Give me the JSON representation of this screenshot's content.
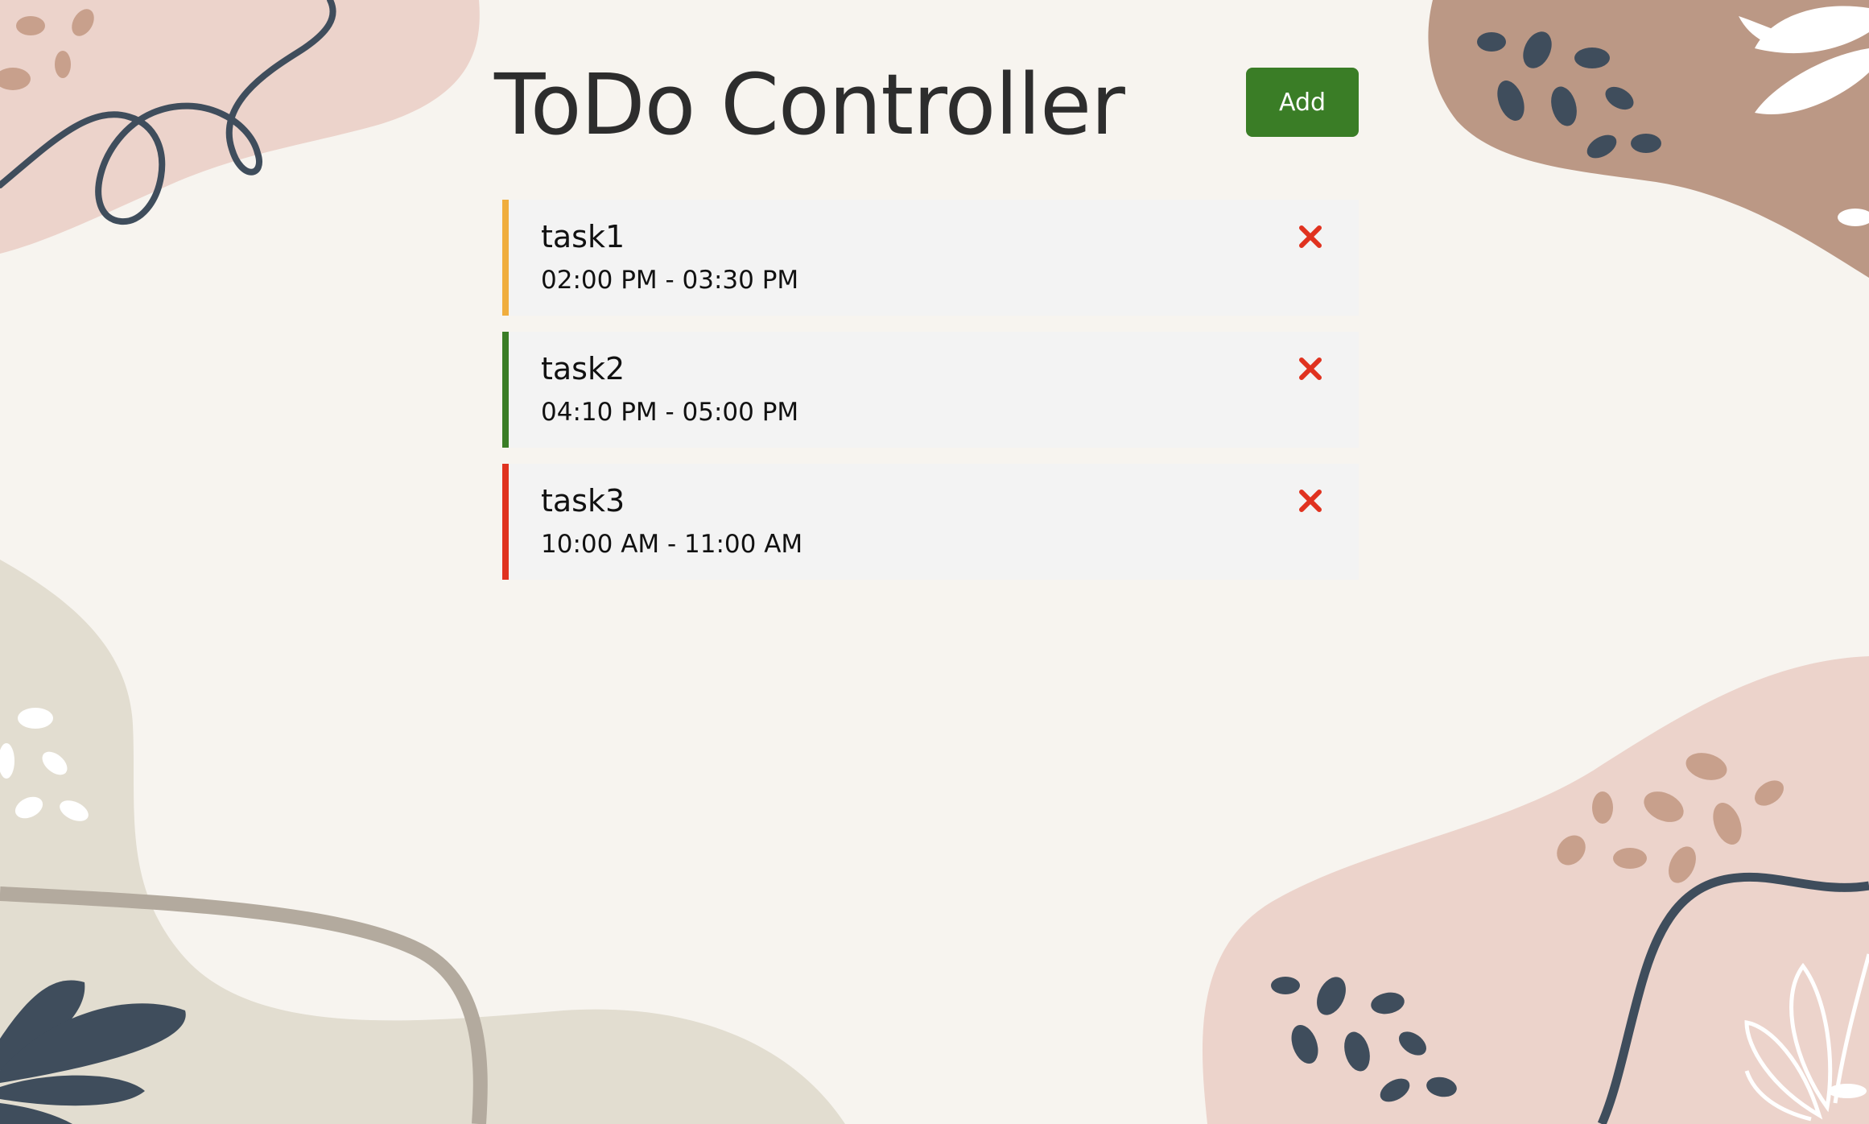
{
  "title": "ToDo Controller",
  "add_label": "Add",
  "colors": {
    "background": "#f7f4ef",
    "add_button": "#3a7d26",
    "delete_icon": "#e0321f"
  },
  "tasks": [
    {
      "name": "task1",
      "time": "02:00 PM - 03:30 PM",
      "color": "#f0ad3d"
    },
    {
      "name": "task2",
      "time": "04:10 PM - 05:00 PM",
      "color": "#3a7d26"
    },
    {
      "name": "task3",
      "time": "10:00 AM - 11:00 AM",
      "color": "#e0321f"
    }
  ]
}
